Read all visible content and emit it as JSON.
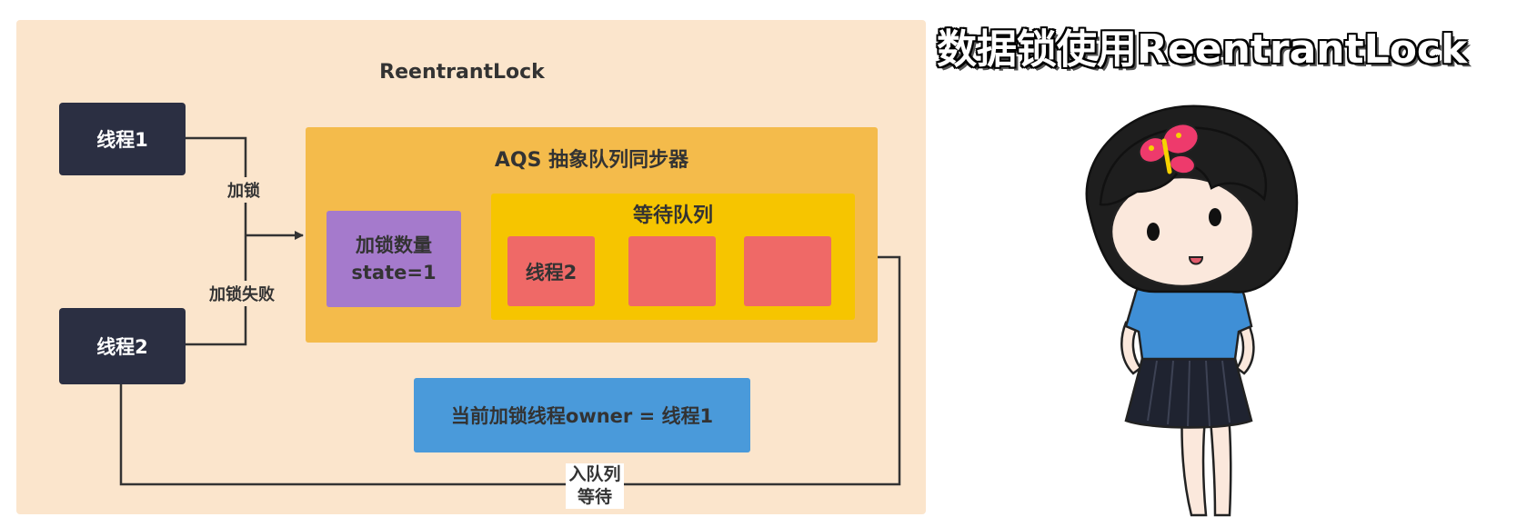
{
  "diagram": {
    "title": "ReentrantLock",
    "thread1": "线程1",
    "thread2": "线程2",
    "edge_lock": "加锁",
    "edge_lock_fail": "加锁失败",
    "aqs_title": "AQS 抽象队列同步器",
    "lock_count_label": "加锁数量",
    "lock_count_state": "state=1",
    "wait_queue_title": "等待队列",
    "queue_slots": [
      "线程2",
      "",
      ""
    ],
    "owner_text": "当前加锁线程owner = 线程1",
    "enqueue_label_line1": "入队列",
    "enqueue_label_line2": "等待"
  },
  "headline": "数据锁使用ReentrantLock",
  "colors": {
    "panel_bg": "#fbe5cc",
    "thread_box": "#2b2f42",
    "aqs_box": "#f4bb4b",
    "lock_count_box": "#a57acc",
    "wait_queue_box": "#f6c500",
    "queue_slot": "#ef6967",
    "owner_box": "#4a9ada"
  }
}
